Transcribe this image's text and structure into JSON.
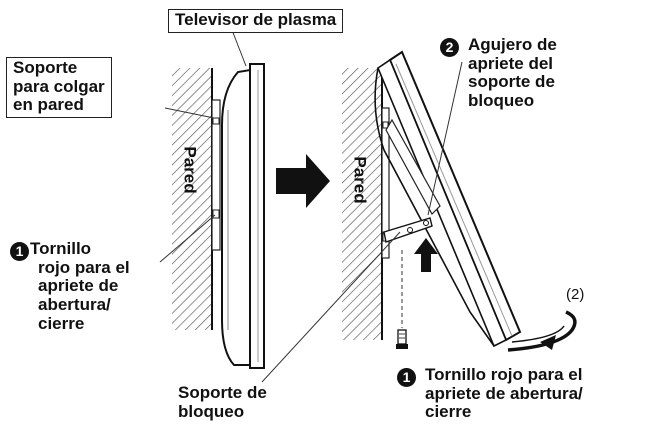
{
  "labels": {
    "plasma_tv": "Televisor de plasma",
    "wall_hanger": "Soporte\npara colgar\nen pared",
    "wall_left": "Pared",
    "wall_right": "Pared",
    "screw_left_num": "1",
    "screw_left_text": "Tornillo\nrojo para el\napriete de\nabertura/\ncierre",
    "locking_hole_num": "2",
    "locking_hole_text": "Agujero de\napriete del\nsoporte de\nbloqueo",
    "lock_bracket": "Soporte de\nbloqueo",
    "screw_right_num": "1",
    "screw_right_text": "Tornillo rojo para el\napriete de abertura/\ncierre",
    "step_marker": "(2)"
  },
  "icons": {
    "transition_arrow": "right-arrow-icon",
    "lift_arrow": "up-arrow-icon",
    "rotate_arrow": "curved-arrow-icon"
  }
}
